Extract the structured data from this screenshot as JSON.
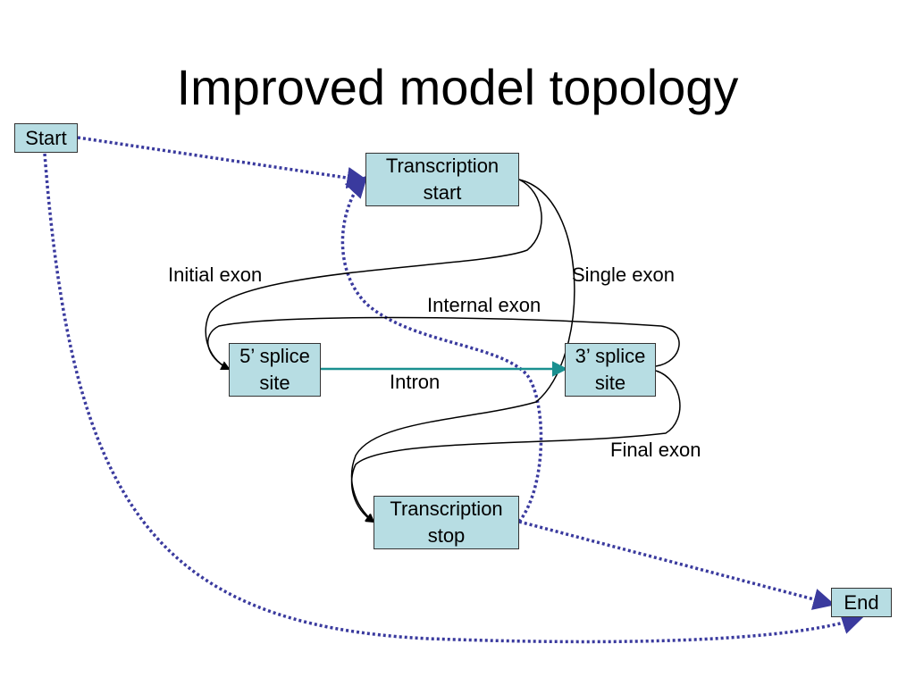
{
  "title": "Improved model topology",
  "colors": {
    "node_fill": "#b7dde3",
    "node_border": "#333333",
    "dotted_edge": "#3a3a9e",
    "solid_edge": "#000000",
    "intron_edge": "#1a9090"
  },
  "nodes": {
    "start": "Start",
    "transcription_start": "Transcription\nstart",
    "five_splice": "5’ splice\nsite",
    "three_splice": "3’ splice\nsite",
    "transcription_stop": "Transcription\nstop",
    "end": "End"
  },
  "edge_labels": {
    "initial_exon": "Initial exon",
    "single_exon": "Single exon",
    "internal_exon": "Internal exon",
    "intron": "Intron",
    "final_exon": "Final exon"
  }
}
